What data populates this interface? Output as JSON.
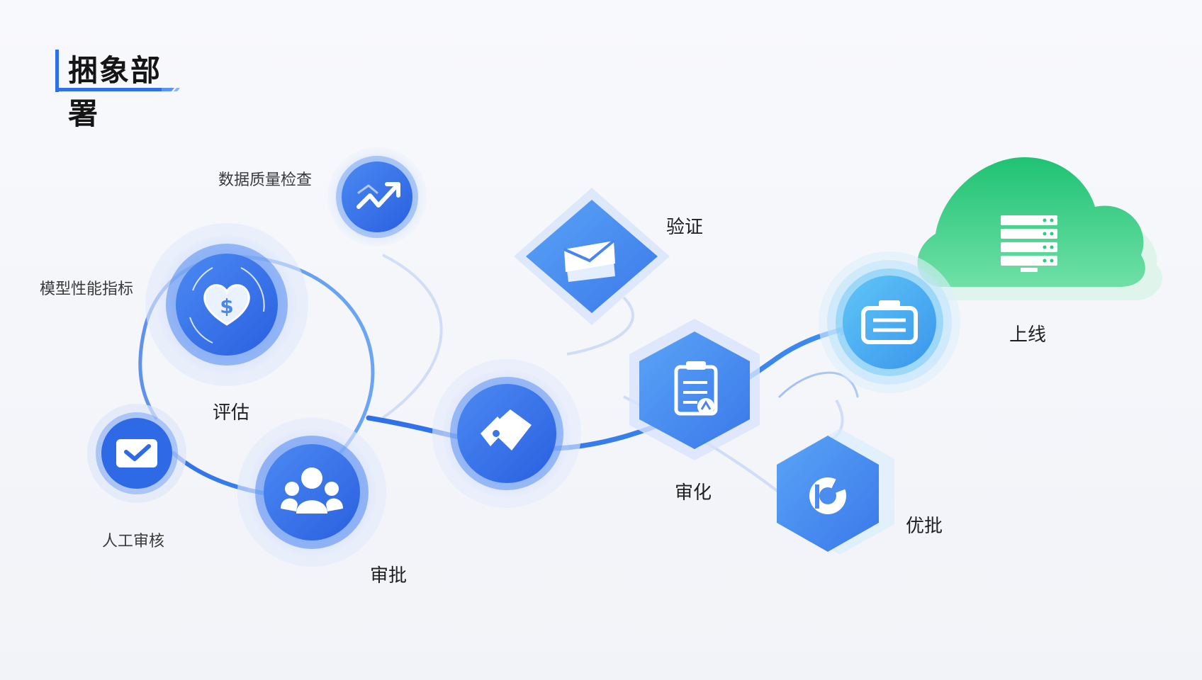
{
  "page": {
    "title": "捆象部署",
    "accent_color": "#2f6fe8",
    "cloud_color": "#22c57a"
  },
  "nodes": [
    {
      "id": "data-quality",
      "label": "数据质量检查",
      "icon": "trend-chart-icon",
      "shape": "circle"
    },
    {
      "id": "model-perf",
      "label": "模型性能指标",
      "icon": "heart-dollar-icon",
      "shape": "circle"
    },
    {
      "id": "evaluate",
      "label": "评估",
      "icon": "",
      "shape": "none"
    },
    {
      "id": "manual-review",
      "label": "人工审核",
      "icon": "check-mail-icon",
      "shape": "circle"
    },
    {
      "id": "approve",
      "label": "审批",
      "icon": "team-icon",
      "shape": "circle"
    },
    {
      "id": "tag",
      "label": "",
      "icon": "tag-icon",
      "shape": "circle"
    },
    {
      "id": "verify",
      "label": "验证",
      "icon": "envelope-icon",
      "shape": "diamond"
    },
    {
      "id": "audit",
      "label": "审化",
      "icon": "clipboard-icon",
      "shape": "hexagon"
    },
    {
      "id": "optimize",
      "label": "优批",
      "icon": "chart-pie-icon",
      "shape": "hexagon"
    },
    {
      "id": "briefcase",
      "label": "",
      "icon": "briefcase-icon",
      "shape": "circle"
    },
    {
      "id": "online",
      "label": "上线",
      "icon": "server-icon",
      "shape": "cloud"
    }
  ]
}
